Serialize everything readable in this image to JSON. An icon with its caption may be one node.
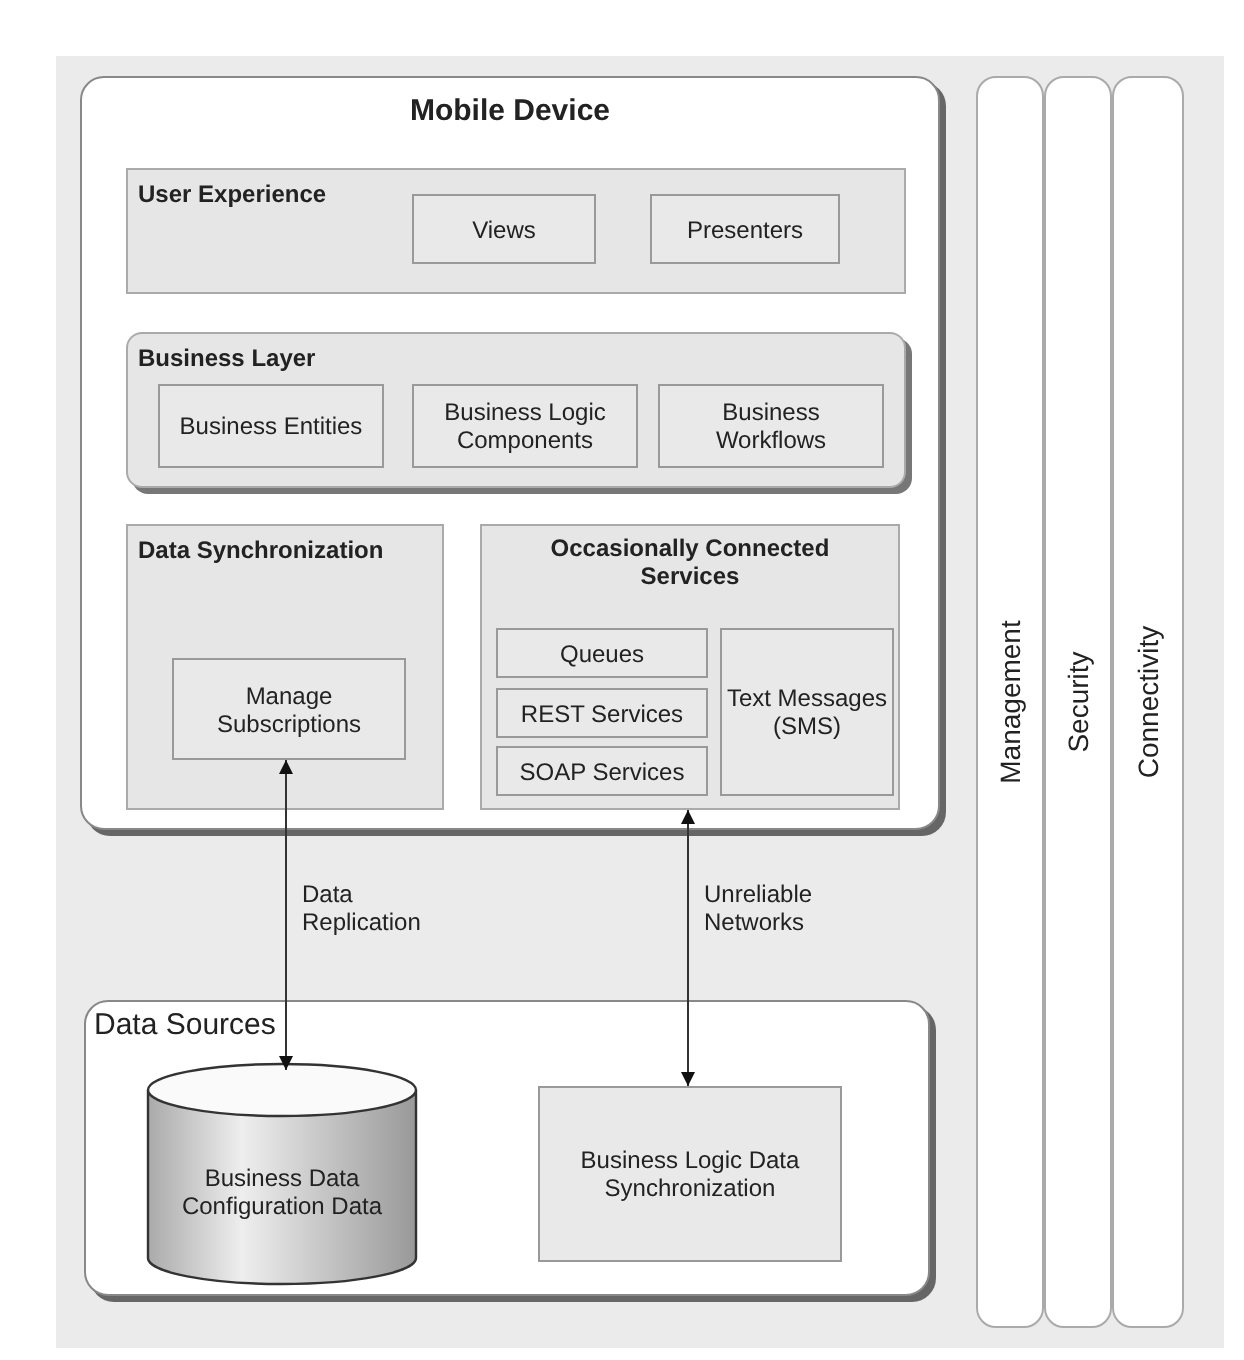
{
  "diagram": {
    "nodes": [
      {
        "text": [
          "Mobile Device"
        ]
      },
      {
        "text": [
          "User Experience"
        ],
        "in": 0
      },
      {
        "text": [
          "Views"
        ],
        "in": 1
      },
      {
        "text": [
          "Presenters"
        ],
        "in": 1
      },
      {
        "text": [
          "Business Layer"
        ],
        "in": 0
      },
      {
        "text": [
          "Business Entities"
        ],
        "in": 4
      },
      {
        "text": [
          "Business Logic Components"
        ],
        "in": 4
      },
      {
        "text": [
          "Business Workflows"
        ],
        "in": 4
      },
      {
        "text": [
          "Data Synchronization"
        ],
        "in": 0
      },
      {
        "text": [
          "Manage Subscriptions"
        ],
        "in": 8
      },
      {
        "text": [
          "Occasionally Connected Services"
        ],
        "in": 0
      },
      {
        "text": [
          "Queues"
        ],
        "in": 10
      },
      {
        "text": [
          "REST Services"
        ],
        "in": 10
      },
      {
        "text": [
          "SOAP Services"
        ],
        "in": 10
      },
      {
        "text": [
          "Text Messages (SMS)"
        ],
        "in": 10
      },
      {
        "text": [
          "Data Sources"
        ]
      },
      {
        "text": [
          "Business Data Configuration Data"
        ],
        "in": 15
      },
      {
        "text": [
          "Business Logic Data Synchronization"
        ],
        "in": 15
      },
      {
        "text": [
          "Management"
        ]
      },
      {
        "text": [
          "Security"
        ]
      },
      {
        "text": [
          "Connectivity"
        ]
      }
    ],
    "edges": [
      {
        "from": 9,
        "to": 16,
        "arrow": "both",
        "label": "Data Replication"
      },
      {
        "from": 10,
        "to": 17,
        "arrow": "both",
        "label": "Unreliable Networks"
      }
    ]
  }
}
